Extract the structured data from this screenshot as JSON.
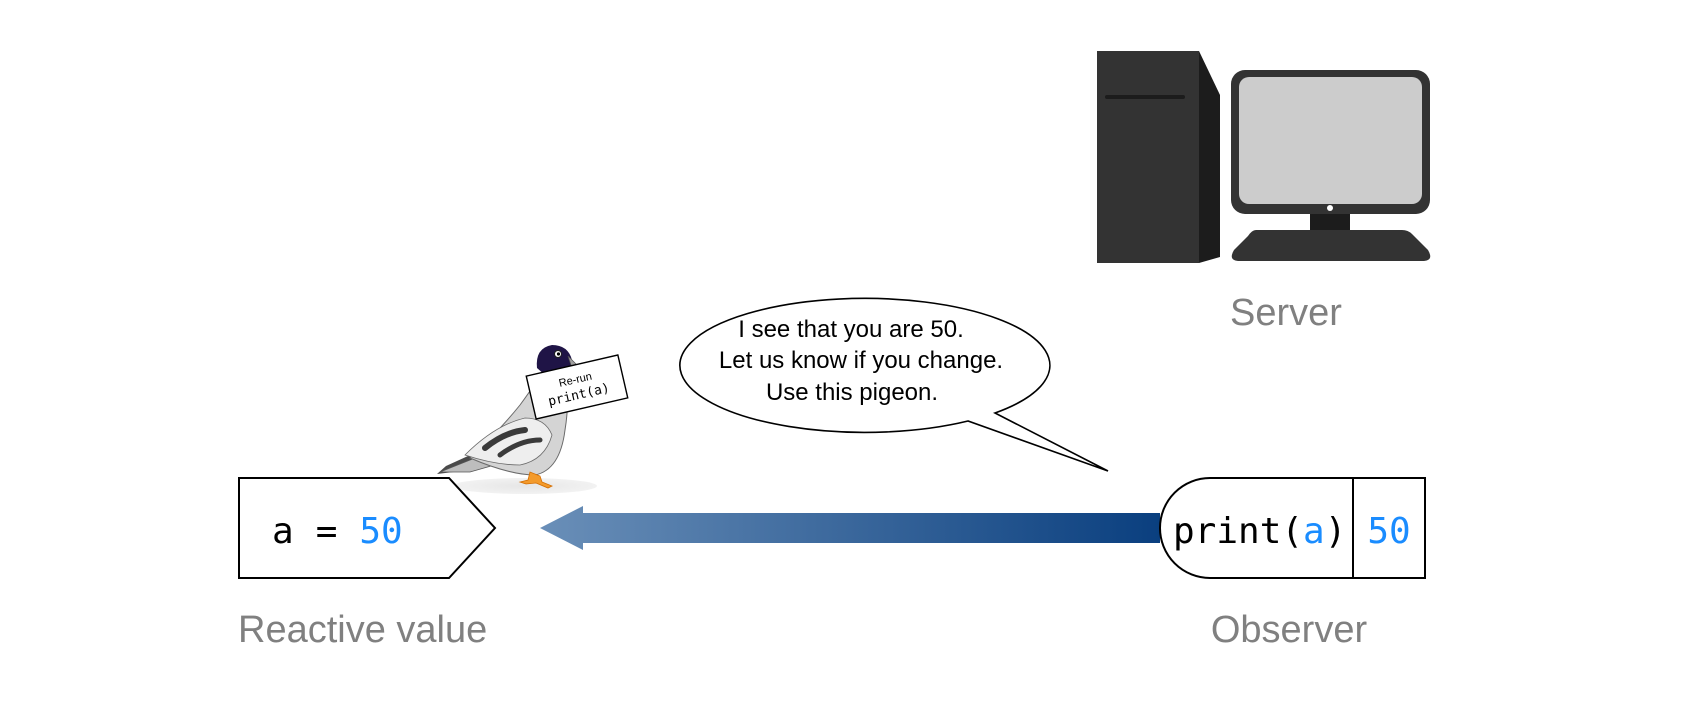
{
  "diagram": {
    "server": {
      "label": "Server",
      "icon": "desktop-computer-icon"
    },
    "reactive_value": {
      "label": "Reactive value",
      "code_name": "a",
      "code_op": "=",
      "code_value": "50"
    },
    "observer": {
      "label": "Observer",
      "code_func": "print(",
      "code_arg": "a",
      "code_close": ")",
      "cached_value": "50"
    },
    "speech_bubble": {
      "lines": [
        "I see that you are 50.",
        "Let us know if you change.",
        "Use this pigeon."
      ]
    },
    "pigeon": {
      "icon": "pigeon-icon",
      "sign_line1": "Re-run",
      "sign_line2": "print(a)"
    },
    "arrow": {
      "direction": "observer-to-reactive-value",
      "icon": "left-arrow-icon"
    },
    "colors": {
      "accent_value": "#1a8cff",
      "caption": "#808080",
      "arrow_start": "#6a8fb8",
      "arrow_end": "#0a3f7f",
      "server_dark": "#333333",
      "server_screen": "#cccccc"
    }
  }
}
